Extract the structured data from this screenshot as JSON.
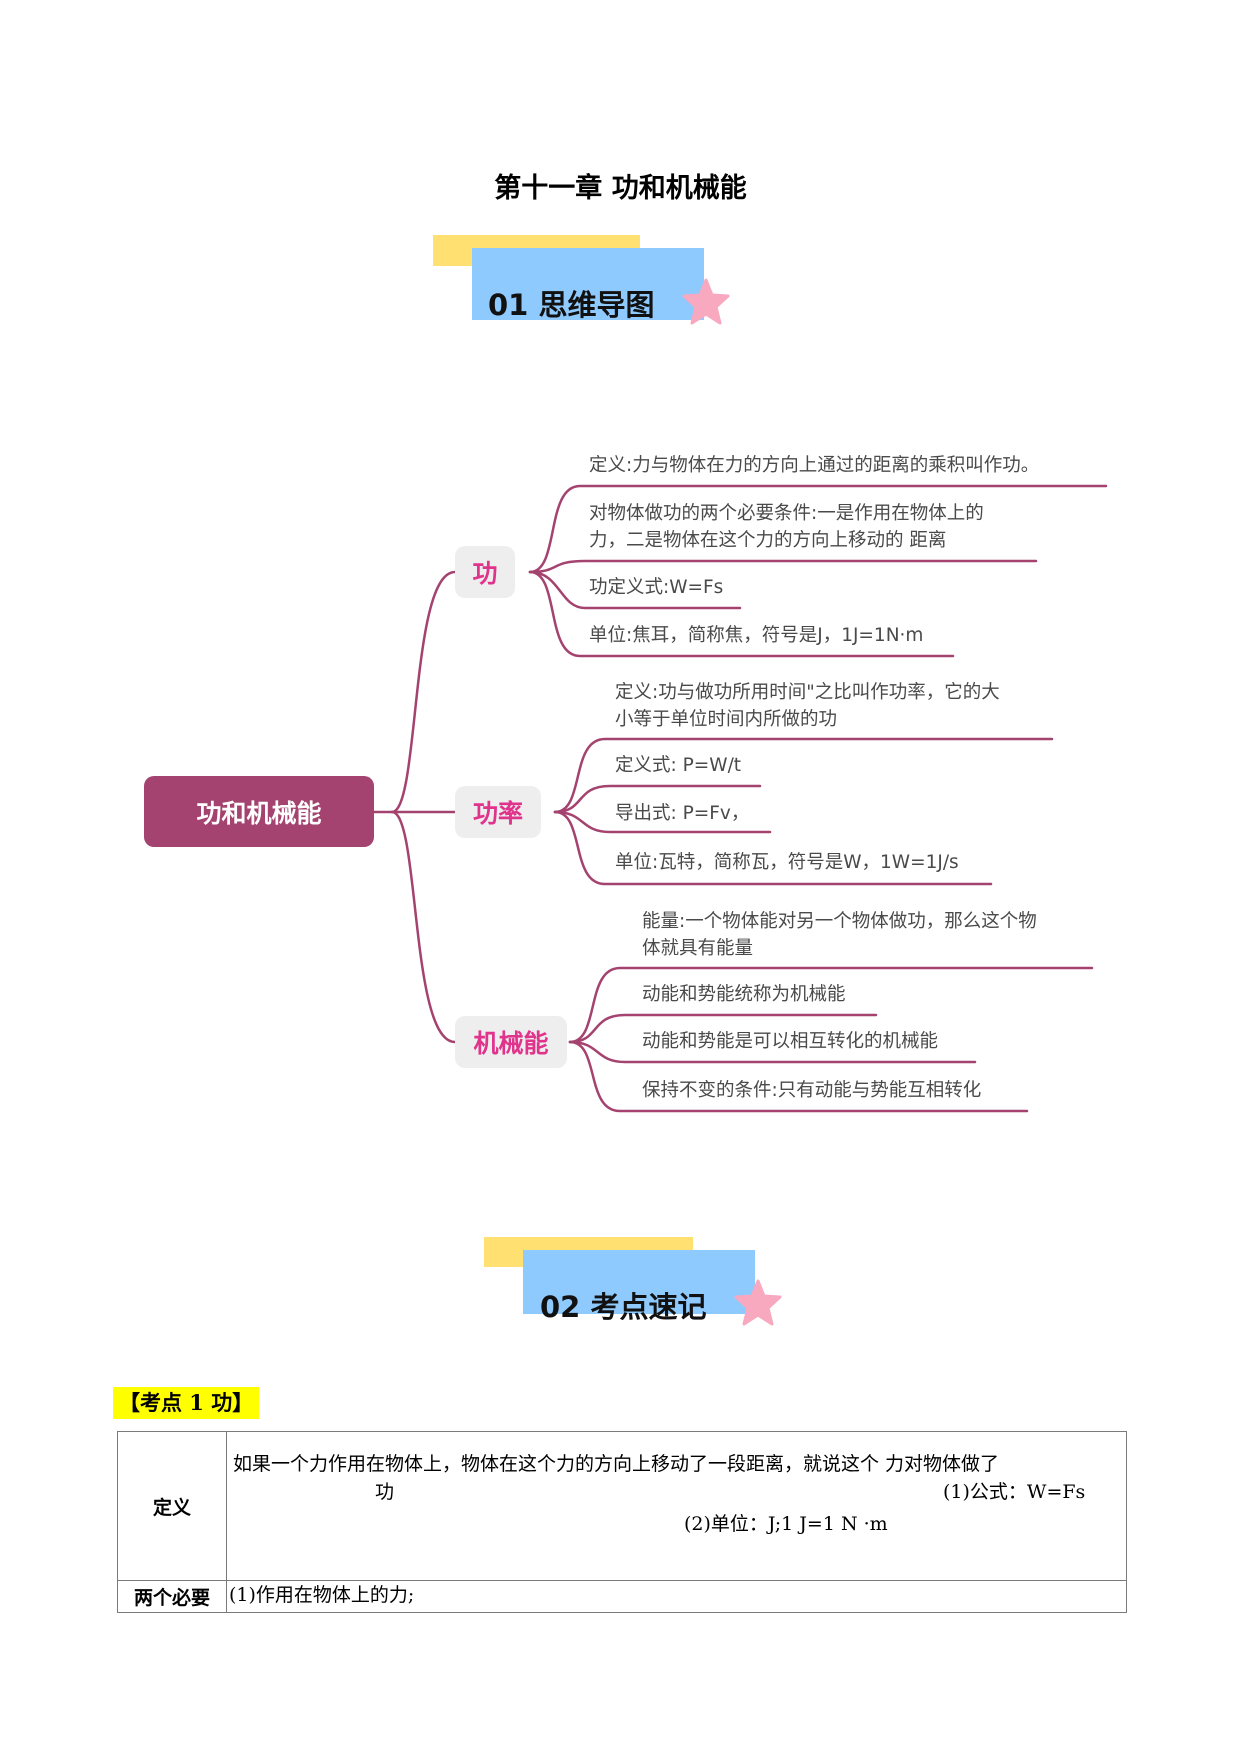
{
  "title": "第十一章  功和机械能",
  "section1": {
    "heading": "01  思维导图",
    "star_color": "#f8a8bf"
  },
  "mindmap": {
    "root": "功和机械能",
    "branches": [
      {
        "label": "功",
        "leaves": [
          [
            "定义:力与物体在力的方向上通过的距离的乘积叫作功。"
          ],
          [
            "对物体做功的两个必要条件:一是作用在物体上的",
            "力，二是物体在这个力的方向上移动的 距离"
          ],
          [
            "功定义式:W=Fs"
          ],
          [
            "单位:焦耳，简称焦，符号是J，1J=1N·m"
          ]
        ]
      },
      {
        "label": "功率",
        "leaves": [
          [
            "定义:功与做功所用时间\"之比叫作功率，它的大",
            "小等于单位时间内所做的功"
          ],
          [
            "定义式: P=W/t"
          ],
          [
            "导出式:  P=Fv，"
          ],
          [
            "单位:瓦特，简称瓦，符号是W，1W=1J/s"
          ]
        ]
      },
      {
        "label": "机械能",
        "leaves": [
          [
            "能量:一个物体能对另一个物体做功，那么这个物",
            "体就具有能量"
          ],
          [
            "动能和势能统称为机械能"
          ],
          [
            "动能和势能是可以相互转化的机械能"
          ],
          [
            "保持不变的条件:只有动能与势能互相转化"
          ]
        ]
      }
    ],
    "colors": {
      "line": "#a4436f",
      "root_bg": "#a4436f",
      "node_bg": "#eeeeee",
      "node_text": "#e0338c"
    }
  },
  "section2": {
    "heading": "02  考点速记"
  },
  "kaodian": {
    "label": "【考点 1  功】",
    "rows": [
      {
        "label": "定义",
        "lines": [
          "如果一个力作用在物体上，物体在这个力的方向上移动了一段距离，就说这个  力对物体做了",
          "功",
          "(1)公式：W=Fs",
          "(2)单位：J;1 J=1 N ·m"
        ]
      },
      {
        "label": "两个必要",
        "lines": [
          "(1)作用在物体上的力;"
        ]
      }
    ]
  }
}
